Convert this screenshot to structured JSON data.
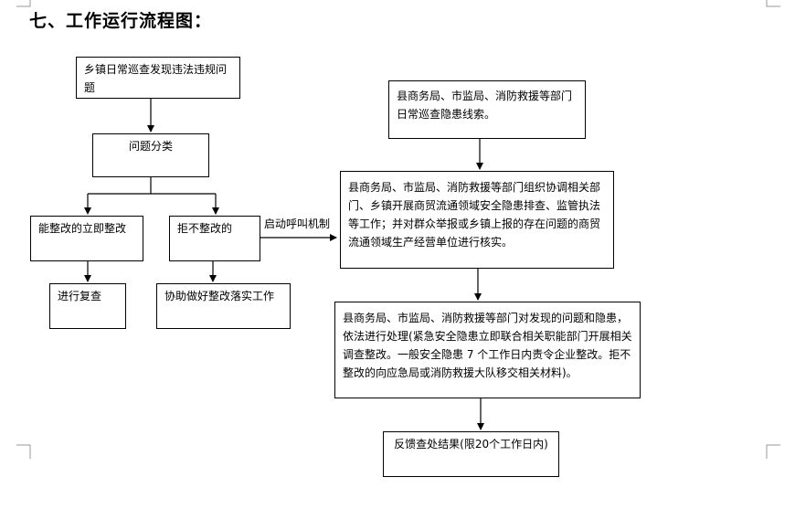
{
  "title": "七、工作运行流程图：",
  "nodes": {
    "n1": "乡镇日常巡查发现违法违规问题",
    "n2": "问题分类",
    "n3": "能整改的立即整改",
    "n4": "拒不整改的",
    "n5": "进行复查",
    "n6": "协助做好整改落实工作",
    "n7": "县商务局、市监局、消防救援等部门日常巡查隐患线索。",
    "n8": "县商务局、市监局、消防救援等部门组织协调相关部门、乡镇开展商贸流通领域安全隐患排查、监管执法等工作；并对群众举报或乡镇上报的存在问题的商贸流通领域生产经营单位进行核实。",
    "n9": "县商务局、市监局、消防救援等部门对发现的问题和隐患，依法进行处理(紧急安全隐患立即联合相关职能部门开展相关调查整改。一般安全隐患 7 个工作日内责令企业整改。拒不整改的向应急局或消防救援大队移交相关材料)。",
    "n10": "反馈查处结果(限20个工作日内)"
  },
  "edge_labels": {
    "e_call": "启动呼叫机制"
  }
}
